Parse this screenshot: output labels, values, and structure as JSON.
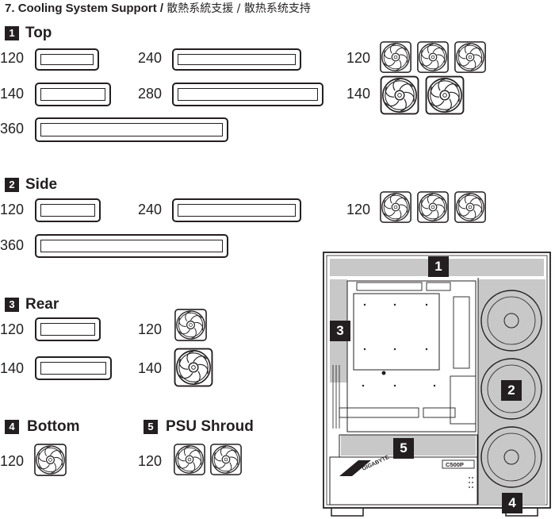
{
  "heading": {
    "number": "7.",
    "title": "Cooling System Support /",
    "cjk": "散熱系統支援 / 散热系统支持"
  },
  "sections": {
    "top": {
      "badge": "1",
      "label": "Top",
      "sizes": [
        "120",
        "240",
        "120",
        "140",
        "280",
        "140",
        "360"
      ]
    },
    "side": {
      "badge": "2",
      "label": "Side",
      "sizes": [
        "120",
        "240",
        "120",
        "360"
      ]
    },
    "rear": {
      "badge": "3",
      "label": "Rear",
      "sizes": [
        "120",
        "120",
        "140",
        "140"
      ]
    },
    "bottom": {
      "badge": "4",
      "label": "Bottom",
      "sizes": [
        "120"
      ]
    },
    "psu": {
      "badge": "5",
      "label": "PSU Shroud",
      "sizes": [
        "120"
      ]
    }
  },
  "case_diagram": {
    "callouts": [
      "1",
      "2",
      "3",
      "4",
      "5"
    ],
    "brand_text": "GIGABYTE",
    "model_text": "C500P"
  },
  "icons": [
    "fan-icon",
    "radiator-icon",
    "pc-case-icon"
  ]
}
